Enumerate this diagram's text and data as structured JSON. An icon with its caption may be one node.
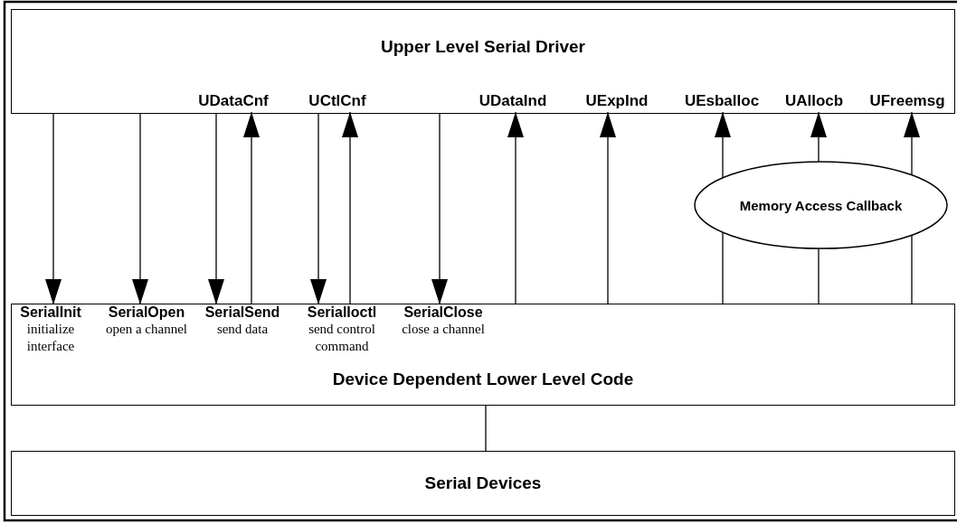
{
  "diagram": {
    "nodes": [
      {
        "text": [
          "Upper Level Serial Driver"
        ]
      },
      {
        "text": [
          "UDataCnf"
        ],
        "in": 0
      },
      {
        "text": [
          "UCtlCnf"
        ],
        "in": 0
      },
      {
        "text": [
          "UDataInd"
        ],
        "in": 0
      },
      {
        "text": [
          "UExpInd"
        ],
        "in": 0
      },
      {
        "text": [
          "UEsballoc"
        ],
        "in": 0
      },
      {
        "text": [
          "UAllocb"
        ],
        "in": 0
      },
      {
        "text": [
          "UFreemsg"
        ],
        "in": 0
      },
      {
        "text": [
          "Memory Access Callback"
        ]
      },
      {
        "text": [
          "Device Dependent Lower Level Code"
        ]
      },
      {
        "text": [
          "SerialInit",
          "initialize interface"
        ],
        "in": 9
      },
      {
        "text": [
          "SerialOpen",
          "open a channel"
        ],
        "in": 9
      },
      {
        "text": [
          "SerialSend",
          "send data"
        ],
        "in": 9
      },
      {
        "text": [
          "SerialIoctl",
          "send control command"
        ],
        "in": 9
      },
      {
        "text": [
          "SerialClose",
          "close a channel"
        ],
        "in": 9
      },
      {
        "text": [
          "Serial Devices"
        ]
      }
    ],
    "edges": [
      {
        "from": 0,
        "to": 10,
        "arrow": "to"
      },
      {
        "from": 0,
        "to": 11,
        "arrow": "to"
      },
      {
        "from": 0,
        "to": 12,
        "arrow": "to"
      },
      {
        "from": 12,
        "to": 1,
        "arrow": "to"
      },
      {
        "from": 0,
        "to": 13,
        "arrow": "to"
      },
      {
        "from": 13,
        "to": 2,
        "arrow": "to"
      },
      {
        "from": 0,
        "to": 14,
        "arrow": "to"
      },
      {
        "from": 9,
        "to": 3,
        "arrow": "to"
      },
      {
        "from": 9,
        "to": 4,
        "arrow": "to"
      },
      {
        "from": 9,
        "to": 8,
        "arrow": "none"
      },
      {
        "from": 8,
        "to": 5,
        "arrow": "to"
      },
      {
        "from": 9,
        "to": 8,
        "arrow": "none"
      },
      {
        "from": 8,
        "to": 6,
        "arrow": "to"
      },
      {
        "from": 9,
        "to": 8,
        "arrow": "none"
      },
      {
        "from": 8,
        "to": 7,
        "arrow": "to"
      },
      {
        "from": 9,
        "to": 15,
        "arrow": "none"
      }
    ]
  }
}
